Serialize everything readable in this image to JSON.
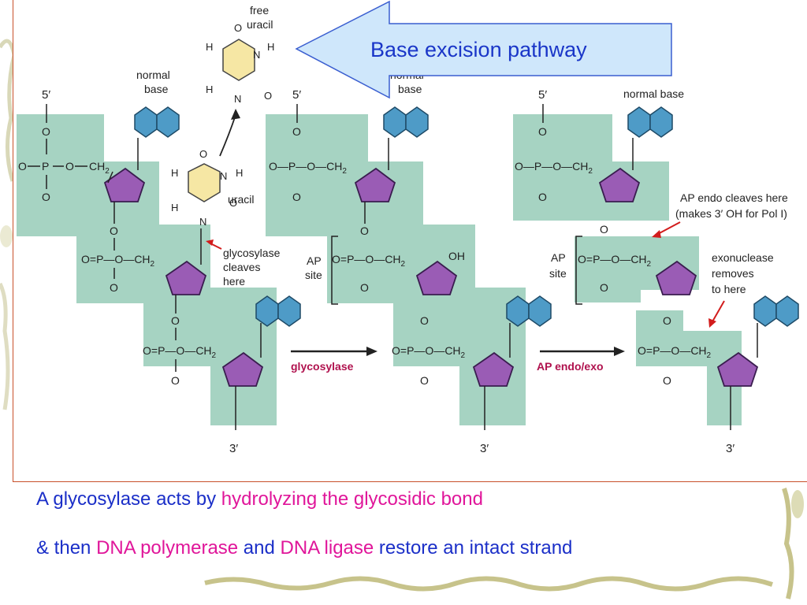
{
  "callout": {
    "text": "Base excision pathway"
  },
  "caption": {
    "line1": {
      "a": "A glycosylase acts by ",
      "b": "hydrolyzing the glycosidic bond"
    },
    "line2": {
      "a": "& then ",
      "b": "DNA polymerase",
      "c": " and ",
      "d": "DNA ligase",
      "e": " restore an intact strand"
    }
  },
  "diagram": {
    "strand_ends": {
      "five_prime": "5′",
      "three_prime": "3′"
    },
    "atoms": {
      "O": "O",
      "P": "P",
      "N": "N",
      "H": "H",
      "CH2": "CH",
      "sub2": "2",
      "OH": "OH"
    },
    "labels": {
      "free_uracil_1": "free",
      "free_uracil_2": "uracil",
      "normal_base_1": "normal",
      "normal_base_2": "base",
      "uracil": "uracil",
      "glycosylase_cleaves_1": "glycosylase",
      "glycosylase_cleaves_2": "cleaves",
      "glycosylase_cleaves_3": "here",
      "ap_1": "AP",
      "ap_2": "site",
      "normal_base_single": "normal base",
      "ap_endo_1": "AP endo cleaves here",
      "ap_endo_2": "(makes 3′ OH for Pol I)",
      "exo_1": "exonuclease",
      "exo_2": "removes",
      "exo_3": "to here"
    },
    "steps": {
      "step1": "glycosylase",
      "step2": "AP endo/exo"
    }
  },
  "colors": {
    "backbone_band": "#a6d3c2",
    "sugar": "#9a5cb5",
    "base": "#4e9bc7",
    "uracil": "#f6e7a4",
    "callout_fill": "#cfe7fb",
    "callout_stroke": "#3a5ed0",
    "caption_blue": "#1b2fc8",
    "caption_pink": "#e0169a",
    "step_label": "#b0124e",
    "pointer_red": "#d21c1c"
  }
}
